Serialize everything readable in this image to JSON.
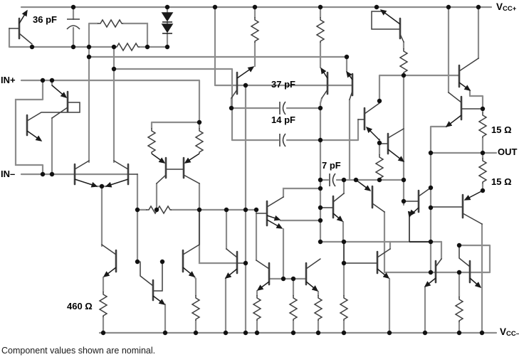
{
  "diagram": {
    "type": "transistor-level equivalent schematic",
    "note": "Component values shown are nominal.",
    "power": {
      "vcc_plus_main": "V",
      "vcc_plus_sub": "CC+",
      "vcc_minus_main": "V",
      "vcc_minus_sub": "CC–"
    },
    "ports": {
      "in_plus": "IN+",
      "in_minus": "IN–",
      "out": "OUT"
    },
    "components": {
      "c36": "36 pF",
      "c37": "37 pF",
      "c14": "14 pF",
      "c7": "7 pF",
      "r15_top": "15 Ω",
      "r15_bottom": "15 Ω",
      "r460": "460 Ω"
    },
    "colors": {
      "wire": "#8c8c8c",
      "symbol": "#3f3f3f",
      "dot": "#111111",
      "text": "#000000",
      "background": "#ffffff"
    }
  }
}
